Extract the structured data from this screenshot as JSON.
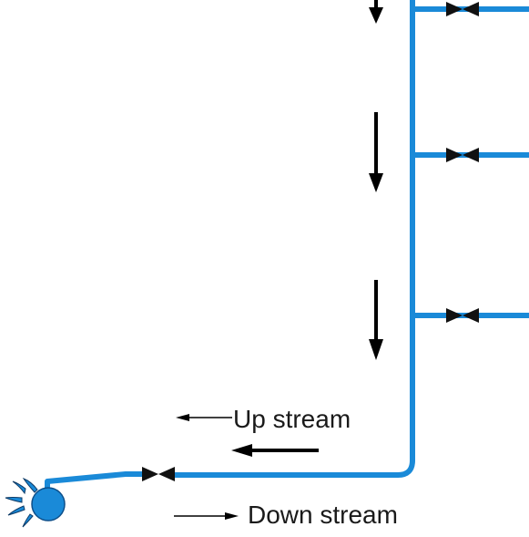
{
  "diagram": {
    "colors": {
      "pipe": "#1a8ad8",
      "valve": "#111111",
      "arrow": "#000000",
      "text": "#1a1a1a"
    },
    "legend": {
      "upstream_label": "Up stream",
      "downstream_label": "Down stream"
    },
    "flow_direction_arrows": [
      "down",
      "down",
      "down",
      "left"
    ],
    "branches": 3,
    "valves": 4,
    "icons": [
      "water-droplet-splash-icon"
    ]
  }
}
